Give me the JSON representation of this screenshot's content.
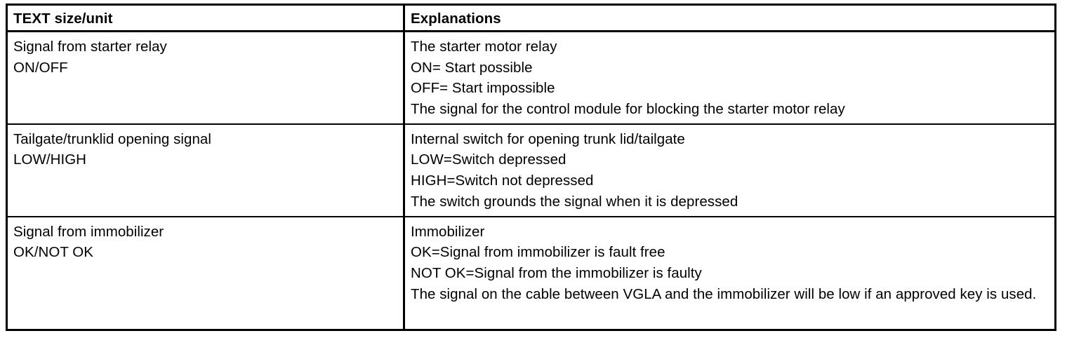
{
  "table": {
    "columns": [
      {
        "id": "text-size-unit",
        "header": "TEXT size/unit"
      },
      {
        "id": "explanations",
        "header": "Explanations"
      }
    ],
    "rows": [
      {
        "id": "starter-relay",
        "text_unit_lines": [
          "Signal from starter relay",
          "ON/OFF"
        ],
        "explanation_lines": [
          "The starter motor relay",
          "ON= Start possible",
          "OFF= Start impossible",
          "The signal for the control module for blocking the starter motor relay"
        ]
      },
      {
        "id": "tailgate-trunklid",
        "text_unit_lines": [
          "Tailgate/trunklid opening signal",
          "LOW/HIGH"
        ],
        "explanation_lines": [
          "Internal switch for opening trunk lid/tailgate",
          "LOW=Switch depressed",
          "HIGH=Switch not depressed",
          "The switch grounds the signal when it is depressed"
        ]
      },
      {
        "id": "immobilizer",
        "text_unit_lines": [
          "Signal from immobilizer",
          "OK/NOT OK"
        ],
        "explanation_lines": [
          "Immobilizer",
          "OK=Signal from immobilizer is fault free",
          "NOT OK=Signal from the immobilizer is faulty",
          "The signal on the cable between VGLA and the immobilizer will be low if an approved key is used."
        ]
      }
    ]
  },
  "colors": {
    "border": "#000000",
    "text": "#000000",
    "background": "#ffffff"
  }
}
